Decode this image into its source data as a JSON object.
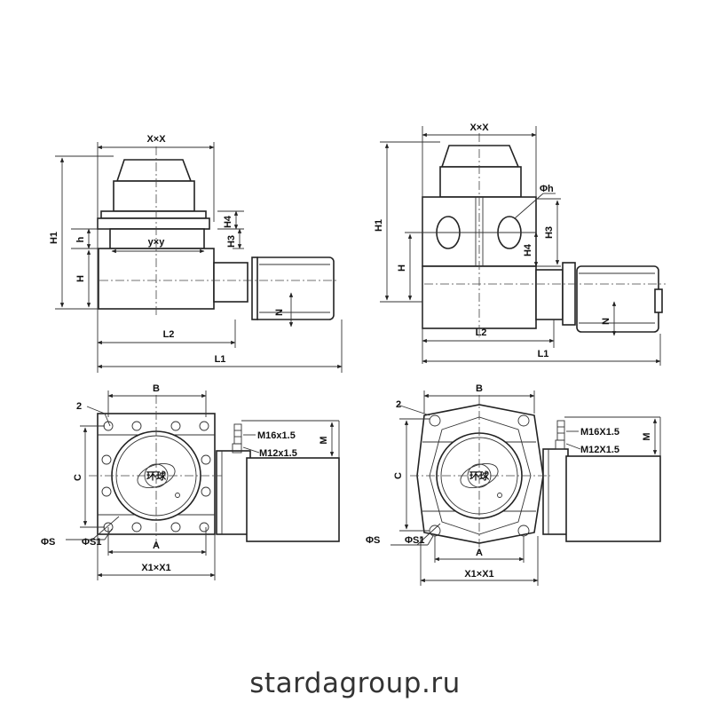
{
  "dims": {
    "XxX": "X×X",
    "yxy": "y×y",
    "H1": "H1",
    "h": "h",
    "H": "H",
    "H4": "H4",
    "H3": "H3",
    "N": "N",
    "L2": "L2",
    "L1": "L1",
    "Phi_h": "Φh",
    "B": "B",
    "C": "C",
    "A": "A",
    "M": "M",
    "X1xX1": "X1×X1",
    "part_2": "2",
    "PhiS": "ΦS",
    "PhiS1": "ΦS1",
    "M16_left": "M16x1.5",
    "M12_left": "M12x1.5",
    "M16_right": "M16X1.5",
    "M12_right": "M12X1.5"
  },
  "logo_text": "环球",
  "watermark": "stardagroup.ru"
}
